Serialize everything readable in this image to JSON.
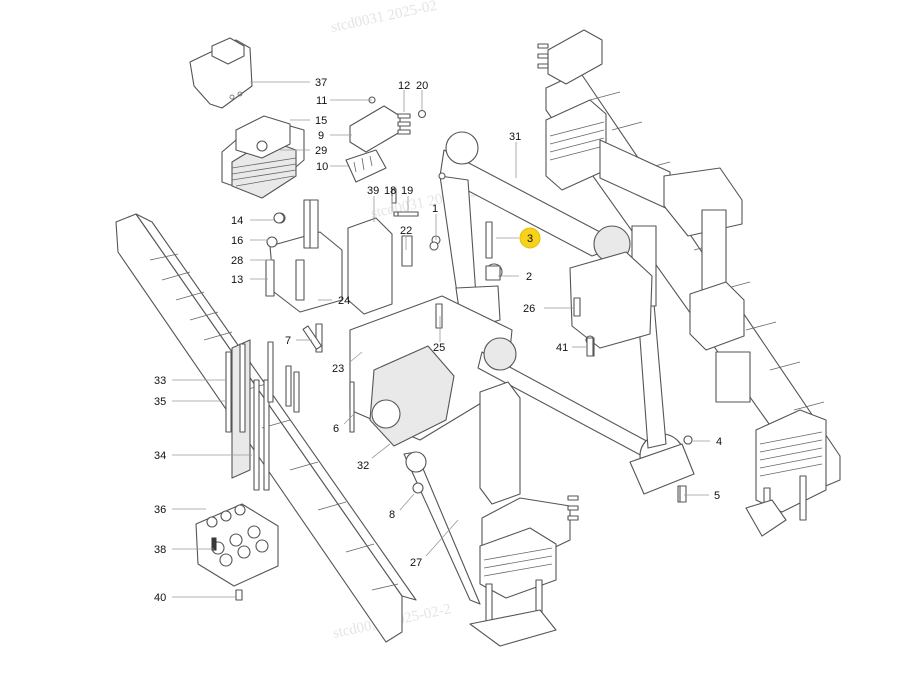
{
  "watermarks": [
    "stcd0031  2025-02",
    "stcd0031  2025-02-2",
    "stcd0031  2025-02-2"
  ],
  "callouts": [
    {
      "label": "37"
    },
    {
      "label": "11"
    },
    {
      "label": "15"
    },
    {
      "label": "9"
    },
    {
      "label": "29"
    },
    {
      "label": "10"
    },
    {
      "label": "12"
    },
    {
      "label": "20"
    },
    {
      "label": "31"
    },
    {
      "label": "39"
    },
    {
      "label": "18"
    },
    {
      "label": "19"
    },
    {
      "label": "1"
    },
    {
      "label": "14"
    },
    {
      "label": "22"
    },
    {
      "label": "16"
    },
    {
      "label": "3",
      "highlighted": true
    },
    {
      "label": "28"
    },
    {
      "label": "2"
    },
    {
      "label": "13"
    },
    {
      "label": "24"
    },
    {
      "label": "26"
    },
    {
      "label": "7"
    },
    {
      "label": "25"
    },
    {
      "label": "41"
    },
    {
      "label": "23"
    },
    {
      "label": "33"
    },
    {
      "label": "35"
    },
    {
      "label": "6"
    },
    {
      "label": "4"
    },
    {
      "label": "34"
    },
    {
      "label": "32"
    },
    {
      "label": "5"
    },
    {
      "label": "8"
    },
    {
      "label": "36"
    },
    {
      "label": "27"
    },
    {
      "label": "38"
    },
    {
      "label": "40"
    }
  ],
  "colors": {
    "highlight_fill": "#f6d21c",
    "line": "#555555",
    "leader": "#9a9a9a",
    "text": "#111111",
    "watermark": "#e4e4e4"
  }
}
